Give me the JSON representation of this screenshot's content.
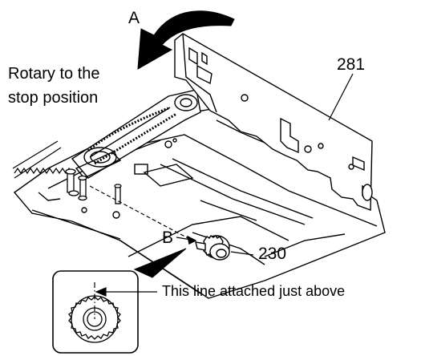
{
  "labels": {
    "rotation_marker": "A",
    "rotation_instruction_line1": "Rotary to the",
    "rotation_instruction_line2": "stop position",
    "frame_part_number": "281",
    "insertion_marker": "B",
    "knob_part_number": "230",
    "detail_note": "This line attached just above"
  },
  "colors": {
    "line": "#000000",
    "background": "#ffffff",
    "arrow_fill": "#000000"
  }
}
